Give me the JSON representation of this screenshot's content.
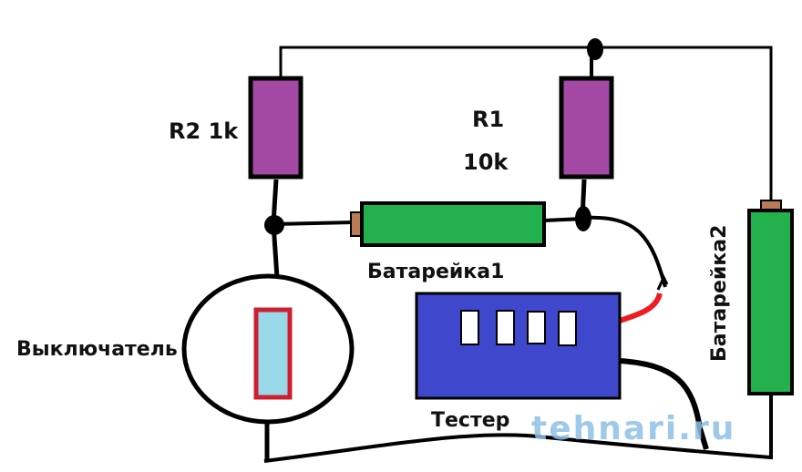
{
  "diagram": {
    "type": "circuit",
    "labels": {
      "r2": "R2 1k",
      "r1_name": "R1",
      "r1_value": "10k",
      "battery1": "Батарейка1",
      "battery2": "Батарейка2",
      "switch": "Выключатель",
      "tester": "Тестер",
      "watermark": "tehnari.ru"
    },
    "components": [
      {
        "id": "R2",
        "kind": "resistor",
        "value": "1k"
      },
      {
        "id": "R1",
        "kind": "resistor",
        "value": "10k"
      },
      {
        "id": "battery1",
        "kind": "battery"
      },
      {
        "id": "battery2",
        "kind": "battery"
      },
      {
        "id": "switch",
        "kind": "switch"
      },
      {
        "id": "tester",
        "kind": "multimeter",
        "display_digits": 4
      }
    ],
    "colors": {
      "resistor": "#a349a4",
      "battery": "#22b14c",
      "battery_terminal": "#b97a57",
      "tester": "#3f48cc",
      "switch_fill": "#99d9ea",
      "switch_border": "#ed1c24",
      "probe_red": "#ed1c24",
      "wire": "#000000"
    }
  }
}
